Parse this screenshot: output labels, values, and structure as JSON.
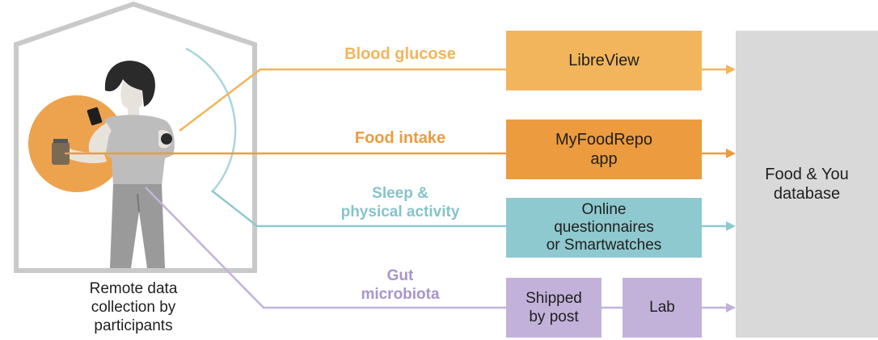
{
  "colors": {
    "orange_light": "#F2B55B",
    "orange_dark": "#EC9B3F",
    "teal": "#8EC9CF",
    "purple": "#C2B2DA",
    "gray_box": "#D9D9D9",
    "house_outline": "#C9C9C9",
    "label_orange": "#EC9B3F",
    "label_teal": "#86C3CA",
    "label_purple": "#A894CC"
  },
  "house": {
    "caption": "Remote data\ncollection by\nparticipants"
  },
  "streams": [
    {
      "id": "blood-glucose",
      "label": "Blood glucose",
      "target": "LibreView"
    },
    {
      "id": "food-intake",
      "label": "Food intake",
      "target": "MyFoodRepo\napp"
    },
    {
      "id": "sleep",
      "label": "Sleep &\nphysical activity",
      "target": "Online\nquestionnaires\nor Smartwatches"
    },
    {
      "id": "gut",
      "label": "Gut\nmicrobiota",
      "target": "Shipped\nby post",
      "secondary_target": "Lab"
    }
  ],
  "database": {
    "label": "Food & You\ndatabase"
  }
}
